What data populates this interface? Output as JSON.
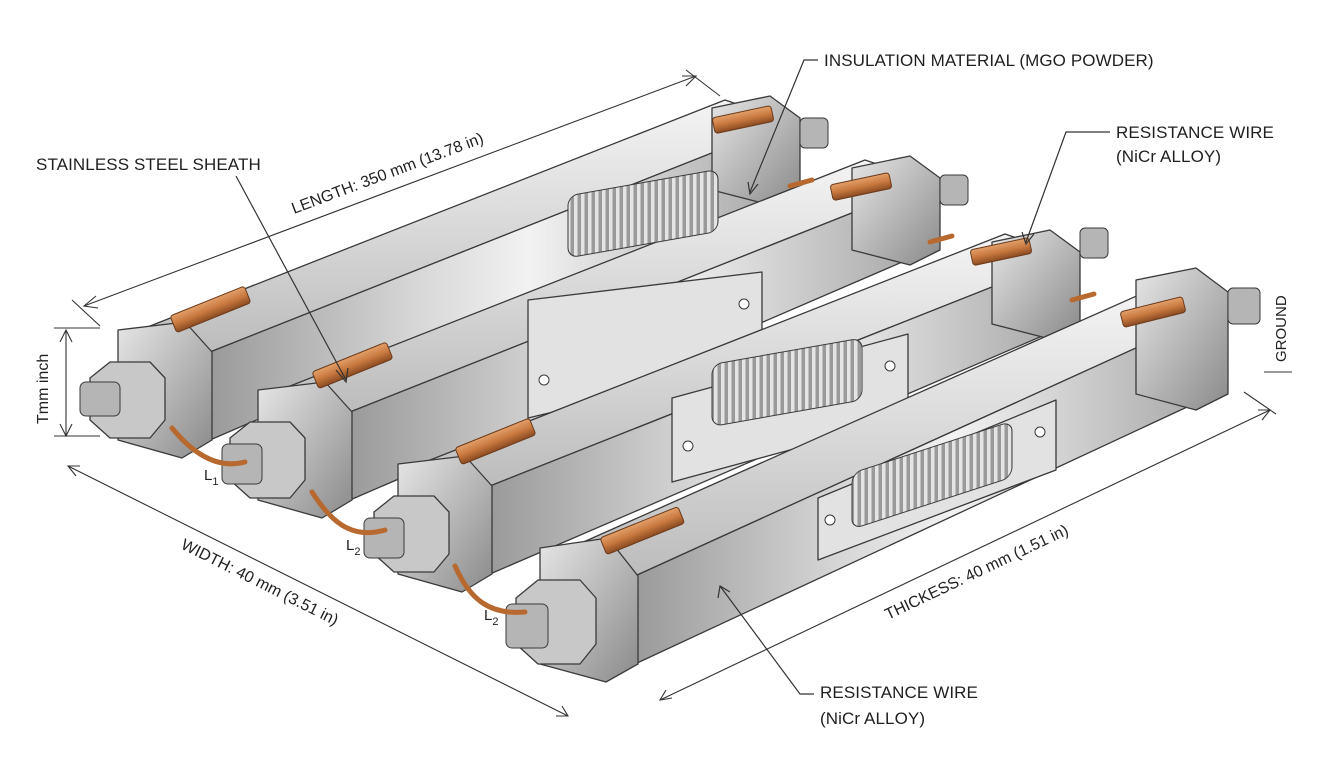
{
  "callouts": {
    "insulation": "INSULATION MATERIAL (MGO POWDER)",
    "resistance_top_line1": "RESISTANCE WIRE",
    "resistance_top_line2": "(NiCr ALLOY)",
    "sheath": "STAINLESS STEEL SHEATH",
    "resistance_bottom_line1": "RESISTANCE WIRE",
    "resistance_bottom_line2": "(NiCr ALLOY)",
    "ground": "GROUND"
  },
  "dimensions": {
    "length": "LENGTH: 350 mm (13.78 in)",
    "height": "Tmm inch",
    "width": "WIDTH: 40 mm (3.51 in)",
    "thickness": "THICKESS: 40 mm (1.51 in)"
  },
  "wire_labels": {
    "l1_main": "L",
    "l1_sub": "1",
    "l2a_main": "L",
    "l2a_sub": "2",
    "l2b_main": "L",
    "l2b_sub": "2"
  },
  "colors": {
    "steel_light": "#eeeeee",
    "steel_mid": "#bdbdbd",
    "steel_dark": "#7d7d7d",
    "copper": "#c9793f",
    "copper_dark": "#8a4a22",
    "outline": "#3a3a3a"
  },
  "icons": [
    "hex-nut-icon",
    "threaded-terminal-icon",
    "copper-strip-icon",
    "coil-icon"
  ]
}
